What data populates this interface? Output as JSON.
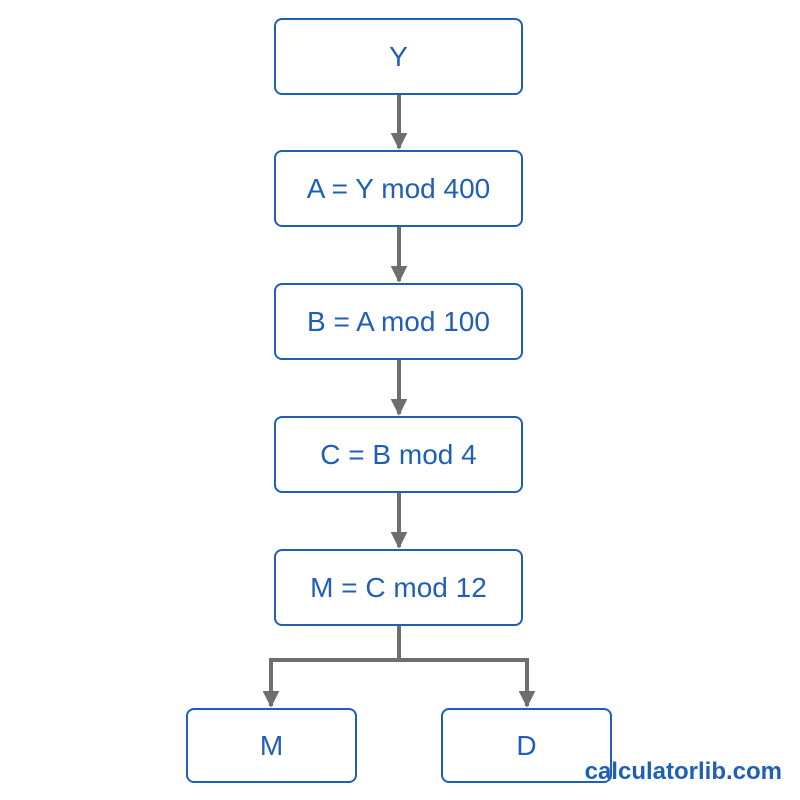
{
  "diagram": {
    "nodes": {
      "y": "Y",
      "a": "A = Y mod 400",
      "b": "B = A mod 100",
      "c": "C = B mod 4",
      "m": "M = C mod 12",
      "month_output": "M",
      "day_output": "D"
    },
    "edges": [
      [
        "y",
        "a"
      ],
      [
        "a",
        "b"
      ],
      [
        "b",
        "c"
      ],
      [
        "c",
        "m"
      ],
      [
        "m",
        "month_output"
      ],
      [
        "m",
        "day_output"
      ]
    ]
  },
  "watermark": "calculatorlib.com",
  "colors": {
    "node_border": "#1f5fb8",
    "node_text": "#1f5fb8",
    "arrow": "#6e6e6e",
    "watermark": "#1f5fb8"
  }
}
